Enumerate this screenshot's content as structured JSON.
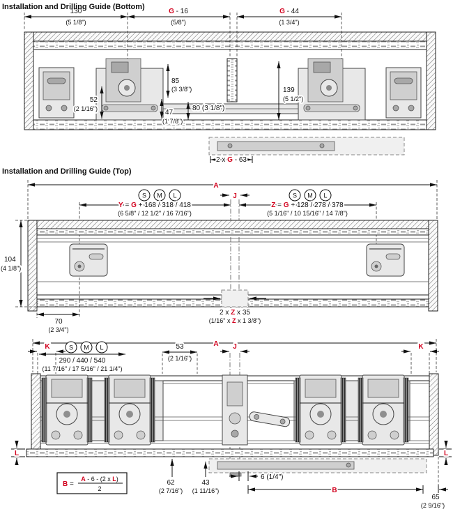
{
  "meta": {
    "accent_red": "#d2001d",
    "line_color": "#111111",
    "hardware_gray": "#cfcfcf"
  },
  "s1": {
    "title": "Installation and Drilling Guide (Bottom)",
    "d130": "130",
    "d130_in": "(5 1/8\")",
    "g16_g": "G",
    "g16_rest": " - 16",
    "g16_in": "(5/8\")",
    "g44_g": "G",
    "g44_rest": " - 44",
    "g44_in": "(1 3/4\")",
    "d85": "85",
    "d85_in": "(3 3/8\")",
    "d52": "52",
    "d52_in": "(2 1/16\")",
    "d47": "47",
    "d47_in": "(1 7/8\")",
    "d80": "80 (3 1/8\")",
    "d139": "139",
    "d139_in": "(5 1/2\")",
    "g63_pre": "2 x ",
    "g63_g": "G",
    "g63_post": " - 63"
  },
  "s2": {
    "title": "Installation and Drilling Guide (Top)",
    "dim_a": "A",
    "dim_j": "J",
    "badge_s": "S",
    "badge_m": "M",
    "badge_l": "L",
    "y_y": "Y",
    "y_eq": " = ",
    "y_g": "G",
    "y_rest": " + 168 / 318 / 418",
    "y_in": "(6 5/8\" / 12 1/2\" / 16 7/16\")",
    "z_z": "Z",
    "z_eq": " = ",
    "z_g": "G",
    "z_rest": " + 128 / 278 / 378",
    "z_in": "(5 1/16\" / 10 15/16\" / 14 7/8\")",
    "d104": "104",
    "d104_in": "(4 1/8\")",
    "d70": "70",
    "d70_in": "(2 3/4\")",
    "zt_pre": "2 x ",
    "zt_z": "Z",
    "zt_post": " x 35",
    "zt_in_pre": "(1/16\" x ",
    "zt_in_z": "Z",
    "zt_in_post": " x 1 3/8\")"
  },
  "s3": {
    "dim_a": "A",
    "dim_j": "J",
    "dim_k": "K",
    "dim_l": "L",
    "dim_b": "B",
    "badge_s": "S",
    "badge_m": "M",
    "badge_l": "L",
    "d290": "290 / 440 / 540",
    "d290_in": "(11 7/16\" / 17 5/16\" / 21 1/4\")",
    "d53": "53",
    "d53_in": "(2 1/16\")",
    "f_b": "B",
    "f_eq": " = ",
    "f_a": "A",
    "f_mid": " - 6 - (2 x ",
    "f_l": "L",
    "f_close": ")",
    "f_den": "2",
    "d62": "62",
    "d62_in": "(2 7/16\")",
    "d43": "43",
    "d43_in": "(1 11/16\")",
    "d6": "6 (1/4\")",
    "d65": "65",
    "d65_in": "(2 9/16\")"
  }
}
